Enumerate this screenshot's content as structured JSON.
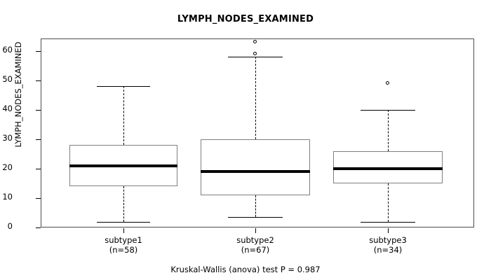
{
  "chart_data": {
    "type": "boxplot",
    "title": "LYMPH_NODES_EXAMINED",
    "caption": "Kruskal-Wallis (anova) test P = 0.987",
    "xlabel": "",
    "ylabel": "LYMPH_NODES_EXAMINED",
    "ylim": [
      0,
      65
    ],
    "yticks": [
      0,
      10,
      20,
      30,
      40,
      50,
      60
    ],
    "ytick_labels": [
      "0",
      "10",
      "20",
      "30",
      "40",
      "50",
      "60"
    ],
    "grid": false,
    "legend": "none",
    "categories": [
      "subtype1",
      "subtype2",
      "subtype3"
    ],
    "counts": [
      "n=58",
      "n=67",
      "n=34"
    ],
    "boxes": [
      {
        "name": "subtype1",
        "label": "subtype1",
        "count_label": "(n=58)",
        "n": 58,
        "whisker_low": 2,
        "q1": 14,
        "median": 21,
        "q3": 28,
        "whisker_high": 48,
        "outliers": []
      },
      {
        "name": "subtype2",
        "label": "subtype2",
        "count_label": "(n=67)",
        "n": 67,
        "whisker_low": 3.5,
        "q1": 11,
        "median": 19,
        "q3": 30,
        "whisker_high": 58,
        "outliers": [
          59,
          63
        ]
      },
      {
        "name": "subtype3",
        "label": "subtype3",
        "count_label": "(n=34)",
        "n": 34,
        "whisker_low": 2,
        "q1": 15,
        "median": 20,
        "q3": 26,
        "whisker_high": 40,
        "outliers": [
          49
        ]
      }
    ],
    "colors": {
      "box_border": "#7f7f7f",
      "median": "#000000",
      "whisker": "#000000",
      "frame": "#4d4d4d",
      "background": "#ffffff",
      "text": "#000000"
    }
  }
}
